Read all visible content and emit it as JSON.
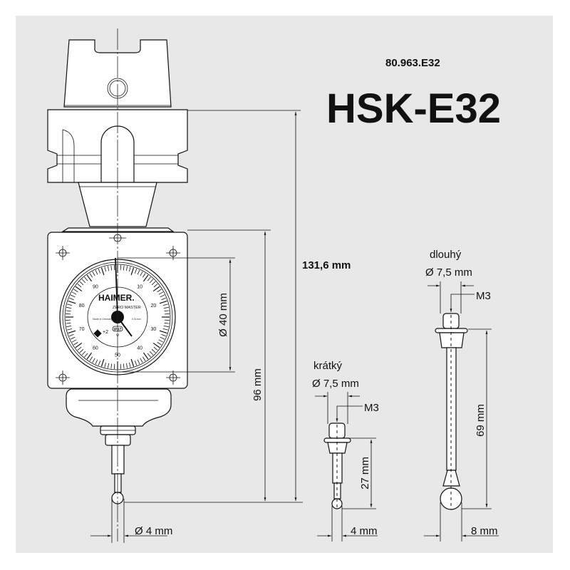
{
  "header": {
    "article_number": "80.963.E32",
    "title": "HSK-E32"
  },
  "dial": {
    "brand": "HAIMER.",
    "model": "ZERO MASTER",
    "made_in": "Made in Germany",
    "resolution": "0,01mm",
    "ip_rating": "IP67",
    "scale_labels": [
      "0",
      "10",
      "20",
      "30",
      "40",
      "50",
      "60",
      "70",
      "80",
      "90"
    ],
    "range_label": "+2"
  },
  "dimensions": {
    "total_length": "131,6 mm",
    "body_length": "96 mm",
    "dial_diameter": "Ø 40 mm",
    "ball_diameter": "Ø 4 mm"
  },
  "stylus_short": {
    "label": "krátký",
    "diameter": "Ø 7,5 mm",
    "thread": "M3",
    "length": "27 mm",
    "ball": "4 mm"
  },
  "stylus_long": {
    "label": "dlouhý",
    "diameter": "Ø 7,5 mm",
    "thread": "M3",
    "length": "69 mm",
    "ball": "8 mm"
  }
}
